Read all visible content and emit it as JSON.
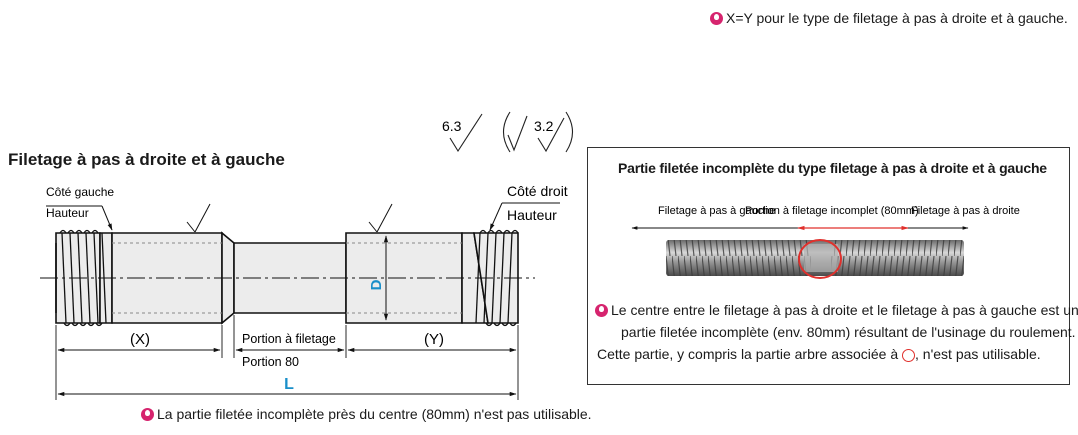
{
  "top_note": "X=Y pour le type de filetage à pas à droite et à gauche.",
  "roughness": {
    "left": "6.3",
    "right": "3.2"
  },
  "title": "Filetage à pas à droite et à gauche",
  "labels": {
    "left_side": "Côté gauche",
    "left_height": "Hauteur",
    "right_side": "Côté droit",
    "right_height": "Hauteur",
    "diameter": "D",
    "x": "(X)",
    "y": "(Y)",
    "portion_1": "Portion à filetage",
    "portion_2": "Portion 80",
    "length": "L"
  },
  "bottom_note": "La partie filetée incomplète près du centre (80mm) n'est pas utilisable.",
  "box": {
    "title": "Partie filetée incomplète du type filetage à pas à droite et à gauche",
    "arrow_left": "Filetage à pas à gauche",
    "arrow_mid": "Portion à filetage incomplet (80mm)",
    "arrow_right": "Filetage à pas à droite",
    "text_line1": "Le centre entre le filetage à pas à droite et le filetage à pas à gauche est une",
    "text_line2": "partie filetée incomplète (env. 80mm) résultant de l'usinage du roulement.",
    "text_line3a": "Cette partie, y compris la partie arbre associée à",
    "text_line3b": ", n'est pas utilisable."
  },
  "colors": {
    "accent": "#d6246e",
    "dimension_blue": "#1a8fc9",
    "highlight_red": "#e0302c"
  },
  "icons": [
    "tip-icon",
    "red-circle-icon"
  ]
}
